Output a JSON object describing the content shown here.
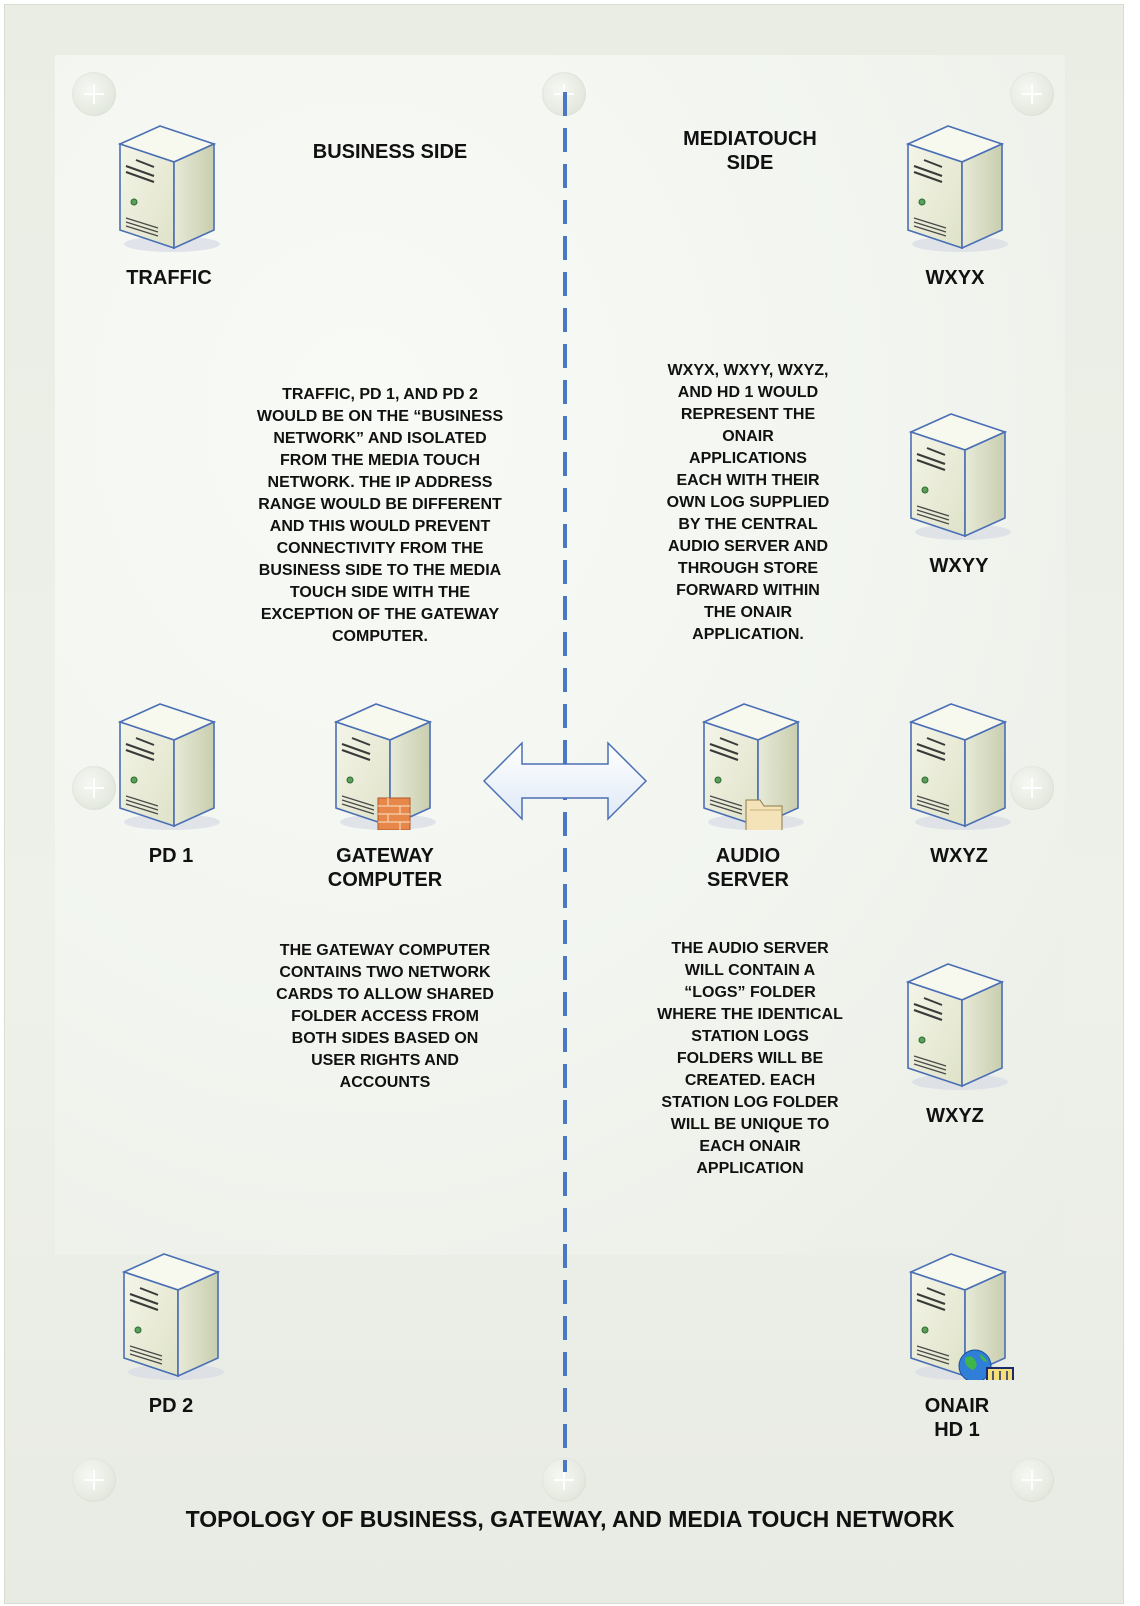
{
  "sides": {
    "business": "BUSINESS SIDE",
    "mediatouch": "MEDIATOUCH\nSIDE"
  },
  "nodes": {
    "traffic": "TRAFFIC",
    "wxyx": "WXYX",
    "wxyy": "WXYY",
    "pd1": "PD 1",
    "gateway": "GATEWAY\nCOMPUTER",
    "audio_server": "AUDIO\nSERVER",
    "wxyz_1": "WXYZ",
    "wxyz_2": "WXYZ",
    "pd2": "PD 2",
    "onair_hd1": "ONAIR\nHD 1"
  },
  "notes": {
    "business_network": "TRAFFIC, PD 1, AND PD 2\nWOULD BE ON THE “BUSINESS\nNETWORK” AND ISOLATED\nFROM THE MEDIA TOUCH\nNETWORK.  THE IP ADDRESS\nRANGE WOULD BE DIFFERENT\nAND THIS WOULD PREVENT\nCONNECTIVITY FROM THE\nBUSINESS SIDE TO THE MEDIA\nTOUCH SIDE WITH THE\nEXCEPTION OF THE GATEWAY\nCOMPUTER.",
    "onair_apps": "WXYX, WXYY, WXYZ,\nAND HD 1 WOULD\nREPRESENT THE\nONAIR\nAPPLICATIONS\nEACH WITH THEIR\nOWN LOG SUPPLIED\nBY THE CENTRAL\nAUDIO SERVER AND\nTHROUGH STORE\nFORWARD WITHIN\nTHE ONAIR\nAPPLICATION.",
    "gateway_cards": "THE GATEWAY COMPUTER\nCONTAINS TWO NETWORK\nCARDS TO ALLOW SHARED\nFOLDER ACCESS FROM\nBOTH SIDES BASED ON\nUSER RIGHTS AND\nACCOUNTS",
    "audio_logs": "THE AUDIO SERVER\nWILL CONTAIN A\n“LOGS” FOLDER\nWHERE THE IDENTICAL\nSTATION LOGS\nFOLDERS WILL BE\nCREATED.  EACH\nSTATION LOG FOLDER\nWILL BE UNIQUE TO\nEACH ONAIR\nAPPLICATION"
  },
  "title": "TOPOLOGY OF BUSINESS, GATEWAY, AND MEDIA TOUCH NETWORK",
  "colors": {
    "divider": "#4a78c4",
    "server_outline": "#4a6fb5",
    "server_face": "#eef0de"
  }
}
